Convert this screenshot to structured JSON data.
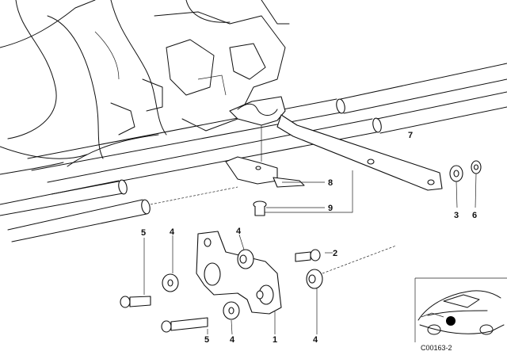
{
  "diagram": {
    "callouts": [
      {
        "id": "c1",
        "label": "1"
      },
      {
        "id": "c2",
        "label": "2"
      },
      {
        "id": "c3",
        "label": "3"
      },
      {
        "id": "c4a",
        "label": "4"
      },
      {
        "id": "c4b",
        "label": "4"
      },
      {
        "id": "c4c",
        "label": "4"
      },
      {
        "id": "c4d",
        "label": "4"
      },
      {
        "id": "c5a",
        "label": "5"
      },
      {
        "id": "c5b",
        "label": "5"
      },
      {
        "id": "c6",
        "label": "6"
      },
      {
        "id": "c7",
        "label": "7"
      },
      {
        "id": "c8",
        "label": "8"
      },
      {
        "id": "c9",
        "label": "9"
      }
    ],
    "image_code": "C00163-2"
  }
}
